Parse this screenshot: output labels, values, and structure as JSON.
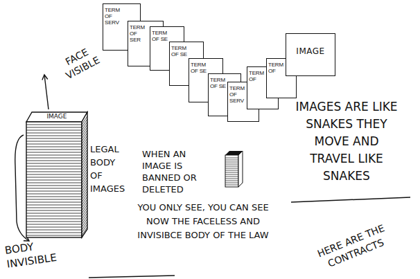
{
  "diagram": {
    "nodes": [
      {
        "text": [
          "TERM OF SERV"
        ]
      },
      {
        "text": [
          "TERM OF SER"
        ]
      },
      {
        "text": [
          "TERM OF SE"
        ]
      },
      {
        "text": [
          "TERM OF SE"
        ]
      },
      {
        "text": [
          "TERM OF SE"
        ]
      },
      {
        "text": [
          "TERM OF SE"
        ]
      },
      {
        "text": [
          "TERM OF SERV"
        ]
      },
      {
        "text": [
          "TERM OF"
        ]
      },
      {
        "text": [
          "TERM OF"
        ]
      },
      {
        "text": [
          "IMAGE"
        ]
      },
      {
        "text": [
          "IMAGE"
        ]
      }
    ],
    "labels": [
      "FACE VISIBLE",
      "LEGAL BODY OF IMAGES",
      "BODY INVISIBLE",
      "WHEN AN IMAGE IS BANNED OR DELETED",
      "YOU ONLY SEE, YOU CAN SEE NOW THE FACELESS AND INVISIBCE BODY OF THE LAW",
      "IMAGES ARE LIKE SNAKES THEY MOVE AND TRAVEL LIKE SNAKES",
      "HERE ARE THE CONTRACTS"
    ]
  }
}
